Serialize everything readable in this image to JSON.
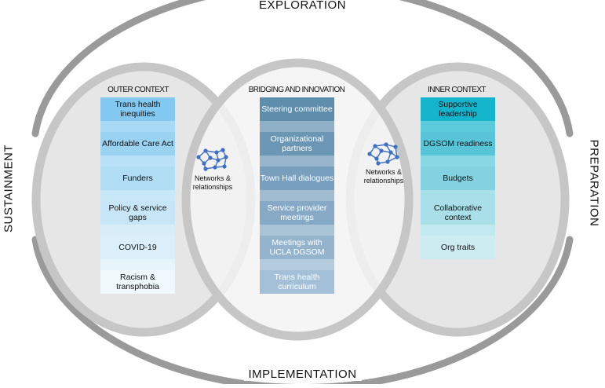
{
  "phases": {
    "top": "EXPLORATION",
    "bottom": "IMPLEMENTATION",
    "left": "SUSTAINMENT",
    "right": "PREPARATION"
  },
  "outer": {
    "title": "OUTER CONTEXT",
    "items": [
      "Trans health inequities",
      "Affordable Care Act",
      "Funders",
      "Policy & service gaps",
      "COVID-19",
      "Racism & transphobia"
    ],
    "colors": [
      "#82c8f0",
      "#9ad2f2",
      "#b0dcf4",
      "#c6e6f7",
      "#dbeffa",
      "#eff8fd"
    ]
  },
  "bridging": {
    "title": "BRIDGING AND INNOVATION",
    "items": [
      "Steering committee",
      "Organizational partners",
      "Town Hall dialogues",
      "Service provider meetings",
      "Meetings with UCLA DGSOM",
      "Trans health curriculum"
    ],
    "colors": [
      "#5f8ead",
      "#6b97b5",
      "#789fbd",
      "#86aac6",
      "#94b4ce",
      "#a3c0d8"
    ]
  },
  "inner": {
    "title": "INNER CONTEXT",
    "items": [
      "Supportive leadership",
      "DGSOM readiness",
      "Budgets",
      "Collaborative context",
      "Org traits"
    ],
    "colors": [
      "#14b4cc",
      "#57c4d8",
      "#82d2e1",
      "#a9dfe9",
      "#cdecf1"
    ]
  },
  "network_label": "Networks & relationships",
  "colors": {
    "ring": "#9a9a9a",
    "outer_circle_fill": "#e6e6e6",
    "middle_circle_fill": "#f3f3f3",
    "circle_stroke": "#c6c6c6",
    "network": "#3d6fc4"
  },
  "icons": [
    "network-icon",
    "network-icon"
  ]
}
